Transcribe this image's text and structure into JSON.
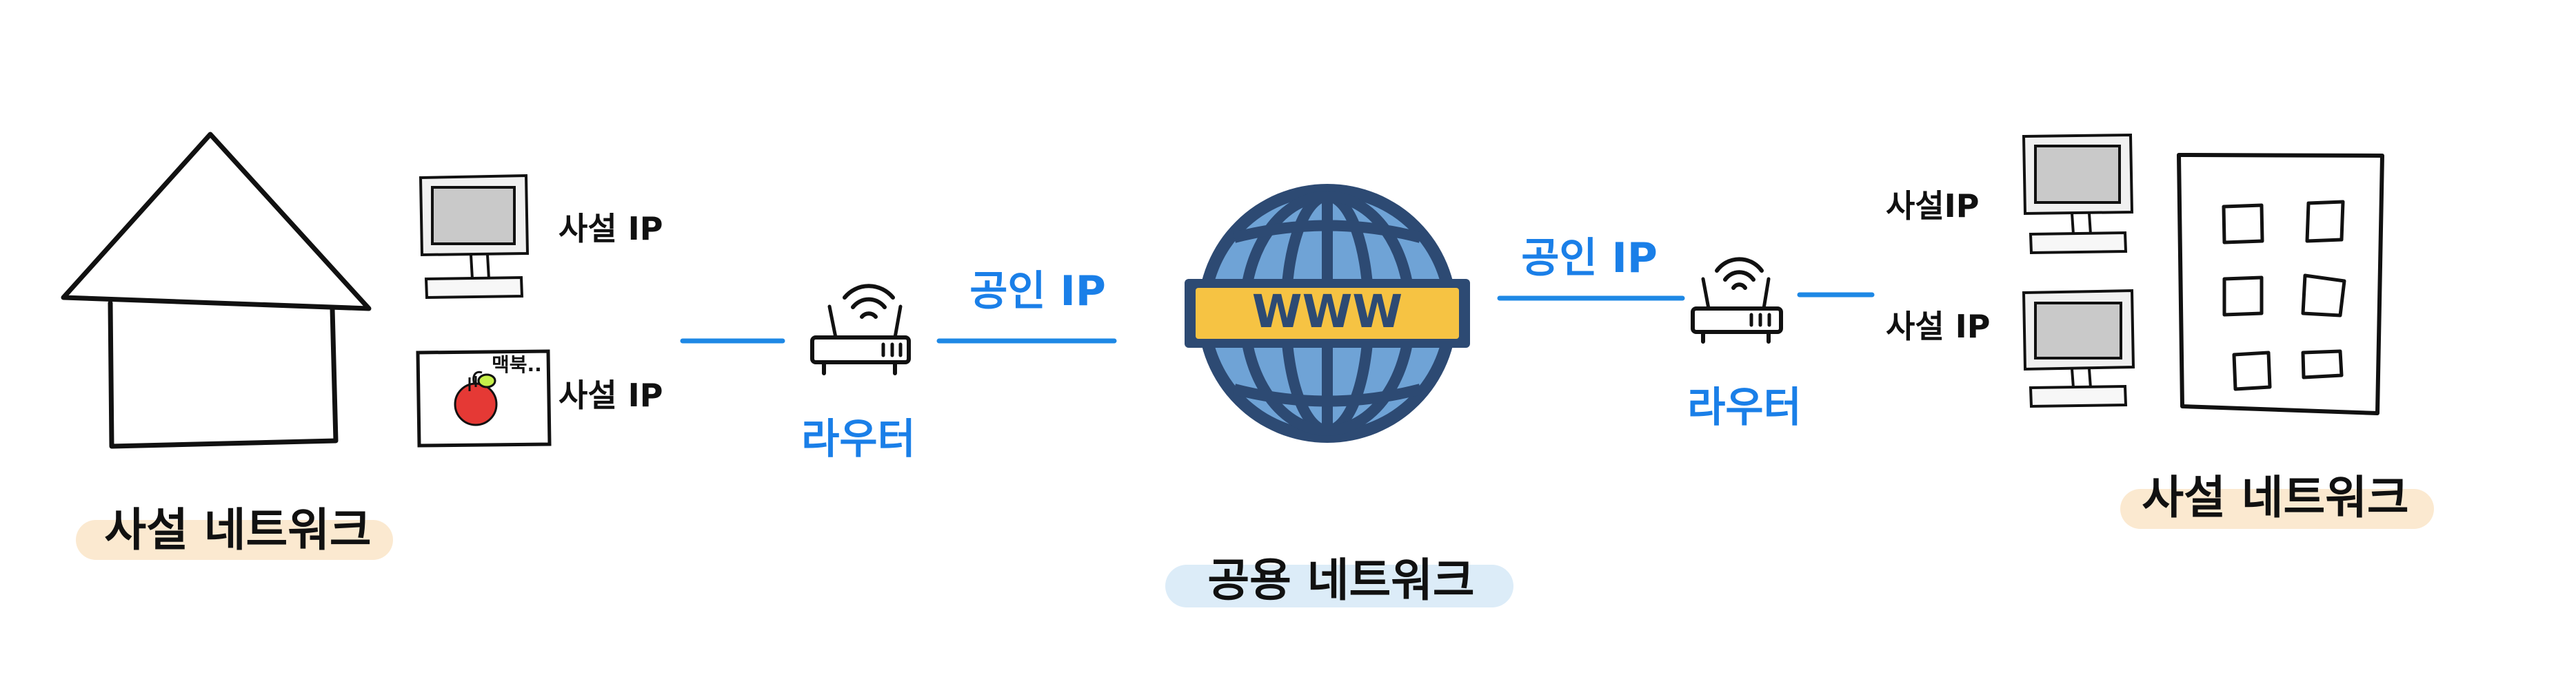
{
  "left_network": {
    "title": "사설 네트워크",
    "pc_ip_label": "사설 IP",
    "laptop_ip_label": "사설 IP",
    "laptop_screen_text": "맥북.."
  },
  "left_router": {
    "label": "라우터",
    "wan_ip_label": "공인 IP"
  },
  "public_network": {
    "title": "공용 네트워크",
    "globe_text": "WWW"
  },
  "right_router": {
    "label": "라우터",
    "wan_ip_label": "공인 IP"
  },
  "right_network": {
    "title": "사설 네트워크",
    "pc1_ip_label": "사설IP",
    "pc2_ip_label": "사설 IP"
  },
  "colors": {
    "accent_blue": "#1a7fe8",
    "line_blue": "#1e88e5",
    "globe_navy": "#2d4a73",
    "globe_light": "#6fa3d6",
    "www_band": "#f6c343",
    "highlight_beige": "#fbe9d0",
    "highlight_blue": "#dcecf8",
    "apple_red": "#e53935"
  }
}
